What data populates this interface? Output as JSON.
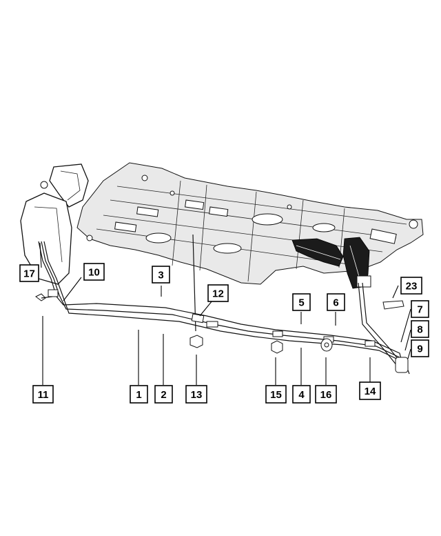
{
  "callouts": [
    {
      "id": "17",
      "label": "17"
    },
    {
      "id": "10",
      "label": "10"
    },
    {
      "id": "3",
      "label": "3"
    },
    {
      "id": "12",
      "label": "12"
    },
    {
      "id": "5",
      "label": "5"
    },
    {
      "id": "6",
      "label": "6"
    },
    {
      "id": "23",
      "label": "23"
    },
    {
      "id": "7",
      "label": "7"
    },
    {
      "id": "8",
      "label": "8"
    },
    {
      "id": "9",
      "label": "9"
    },
    {
      "id": "11",
      "label": "11"
    },
    {
      "id": "1",
      "label": "1"
    },
    {
      "id": "2",
      "label": "2"
    },
    {
      "id": "13",
      "label": "13"
    },
    {
      "id": "15",
      "label": "15"
    },
    {
      "id": "4",
      "label": "4"
    },
    {
      "id": "16",
      "label": "16"
    },
    {
      "id": "14",
      "label": "14"
    }
  ]
}
